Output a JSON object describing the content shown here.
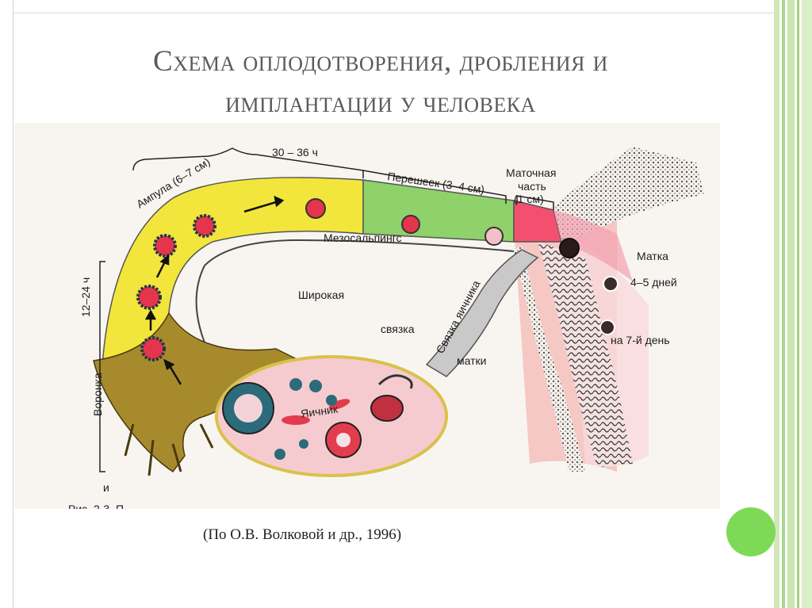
{
  "slide": {
    "title_line1": "Схема оплодотворения, дробления и",
    "title_line2": "имплантации у человека",
    "caption": "(По О.В. Волковой и др., 1996)"
  },
  "diagram": {
    "labels": {
      "ampulla": "Ампула (6–7 см)",
      "time_30_36": "30 – 36 ч",
      "isthmus": "Перешеек (3–4 см)",
      "uterine_part_1": "Маточная",
      "uterine_part_2": "часть",
      "uterine_part_3": "(1 см)",
      "mesosalpinx": "Мезосальпингс",
      "uterus": "Матка",
      "days_4_5": "4–5 дней",
      "day_7": "на 7-й день",
      "broad": "Широкая",
      "ligament": "связка",
      "ovarian_ligament": "Связка яичника",
      "of_uterus": "матки",
      "ovary": "Яичник",
      "infundibulum": "Воронка",
      "time_12_24": "12–24 ч",
      "letter_i": "и",
      "fragment": "Рис. 2-3. П"
    },
    "colors": {
      "ampulla": "#f2e63c",
      "isthmus": "#8fd16a",
      "uterine_part": "#f3506f",
      "uterus_wall": "#f6c8c4",
      "ovary": "#f6cbd0",
      "infundibulum": "#a78a2c"
    }
  }
}
